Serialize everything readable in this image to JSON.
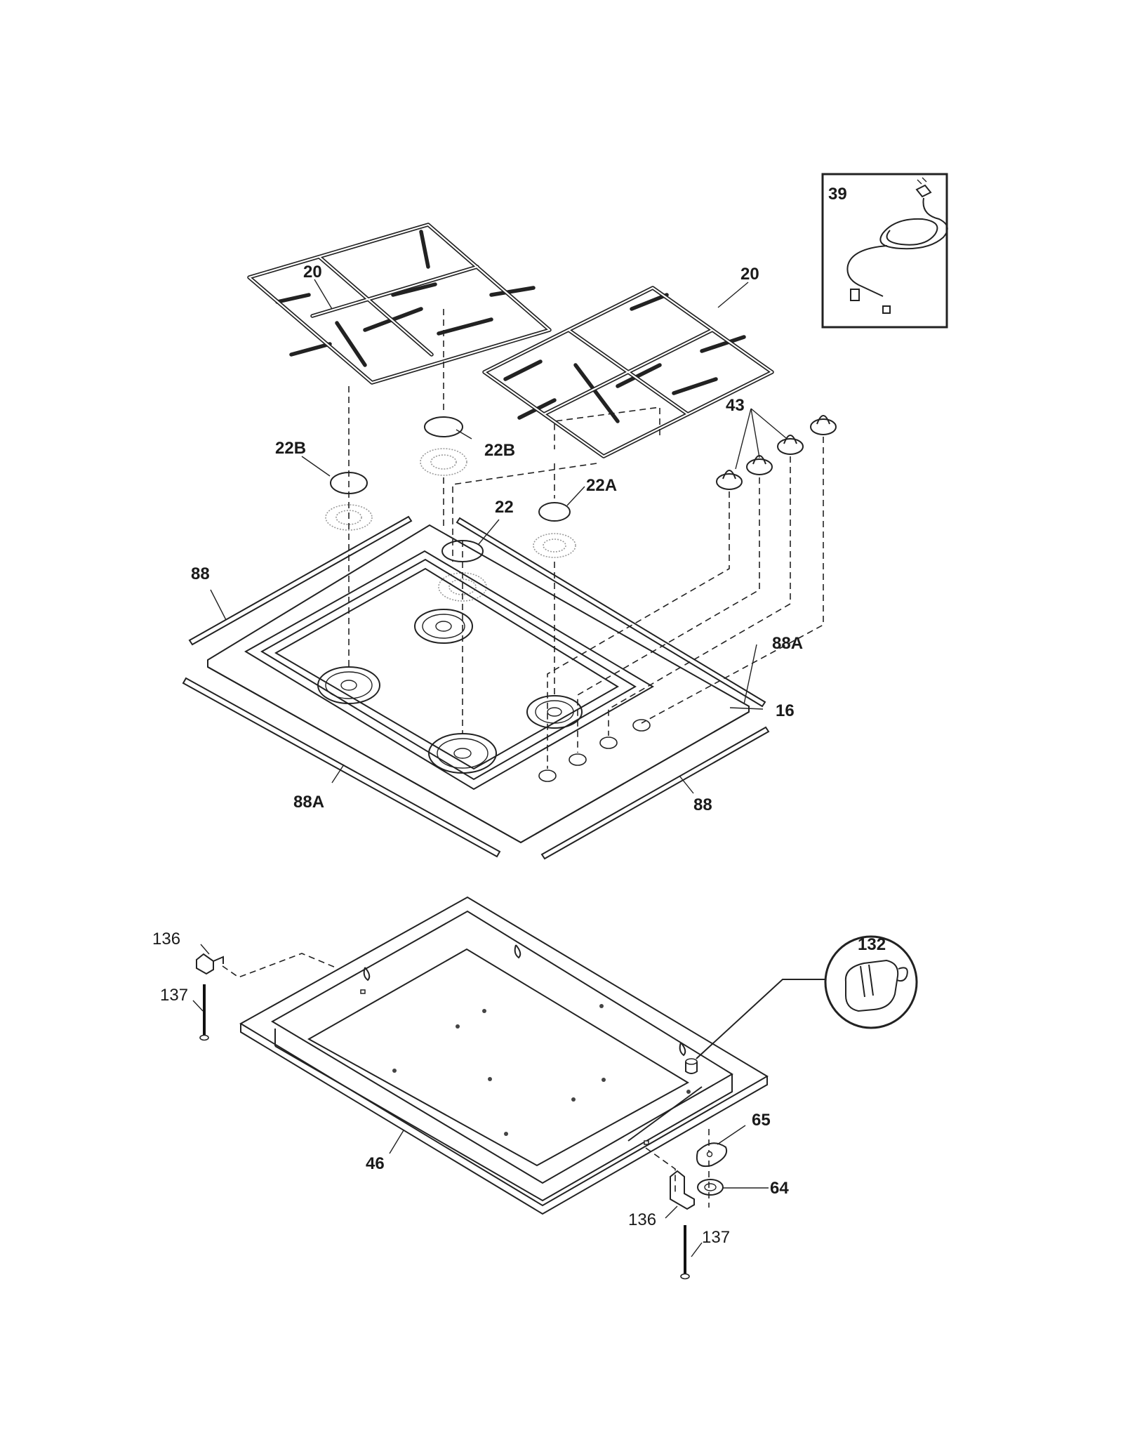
{
  "callouts": {
    "grate_left": "20",
    "grate_right": "20",
    "cap_left": "22B",
    "cap_middle": "22B",
    "cap_right": "22A",
    "cap_center": "22",
    "knobs": "43",
    "power_cord": "39",
    "trim_top_left": "88",
    "trim_right": "88A",
    "trim_left": "88A",
    "trim_bottom_right": "88",
    "cooktop": "16",
    "burner_box": "46",
    "spark_module": "132",
    "bracket_left": "136",
    "screw_left": "137",
    "bracket_right": "136",
    "screw_right": "137",
    "grommet": "65",
    "nut": "64"
  },
  "icons": {
    "power_cord": "power-cord-icon",
    "spark_module": "spark-module-icon",
    "knob": "knob-icon",
    "burner_head": "burner-head-icon",
    "bracket": "bracket-icon",
    "screw": "screw-icon"
  }
}
